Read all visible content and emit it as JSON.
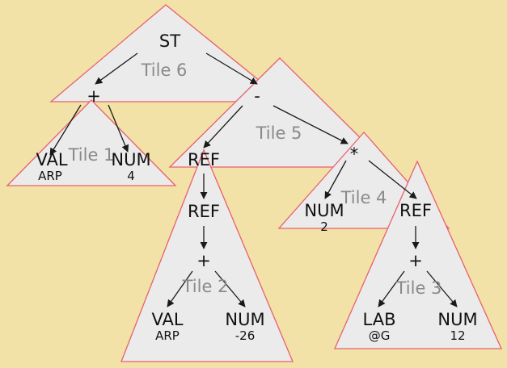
{
  "nodes": {
    "st": "ST",
    "plus_top": "+",
    "minus": "-",
    "val1": "VAL",
    "val1_sub": "ARP",
    "num1": "NUM",
    "num1_sub": "4",
    "star": "*",
    "ref1": "REF",
    "ref2": "REF",
    "plus_mid": "+",
    "val2": "VAL",
    "val2_sub": "ARP",
    "num2": "NUM",
    "num2_sub": "-26",
    "num3": "NUM",
    "num3_sub": "2",
    "ref3": "REF",
    "plus_right": "+",
    "lab": "LAB",
    "lab_sub": "@G",
    "num4": "NUM",
    "num4_sub": "12"
  },
  "tiles": {
    "t1": "Tile 1",
    "t2": "Tile 2",
    "t3": "Tile 3",
    "t4": "Tile 4",
    "t5": "Tile 5",
    "t6": "Tile 6"
  },
  "colors": {
    "background": "#f2e2a7",
    "tile_fill": "#ebebeb",
    "tile_stroke": "#e8606f",
    "tile_label": "#8a8a8a"
  }
}
